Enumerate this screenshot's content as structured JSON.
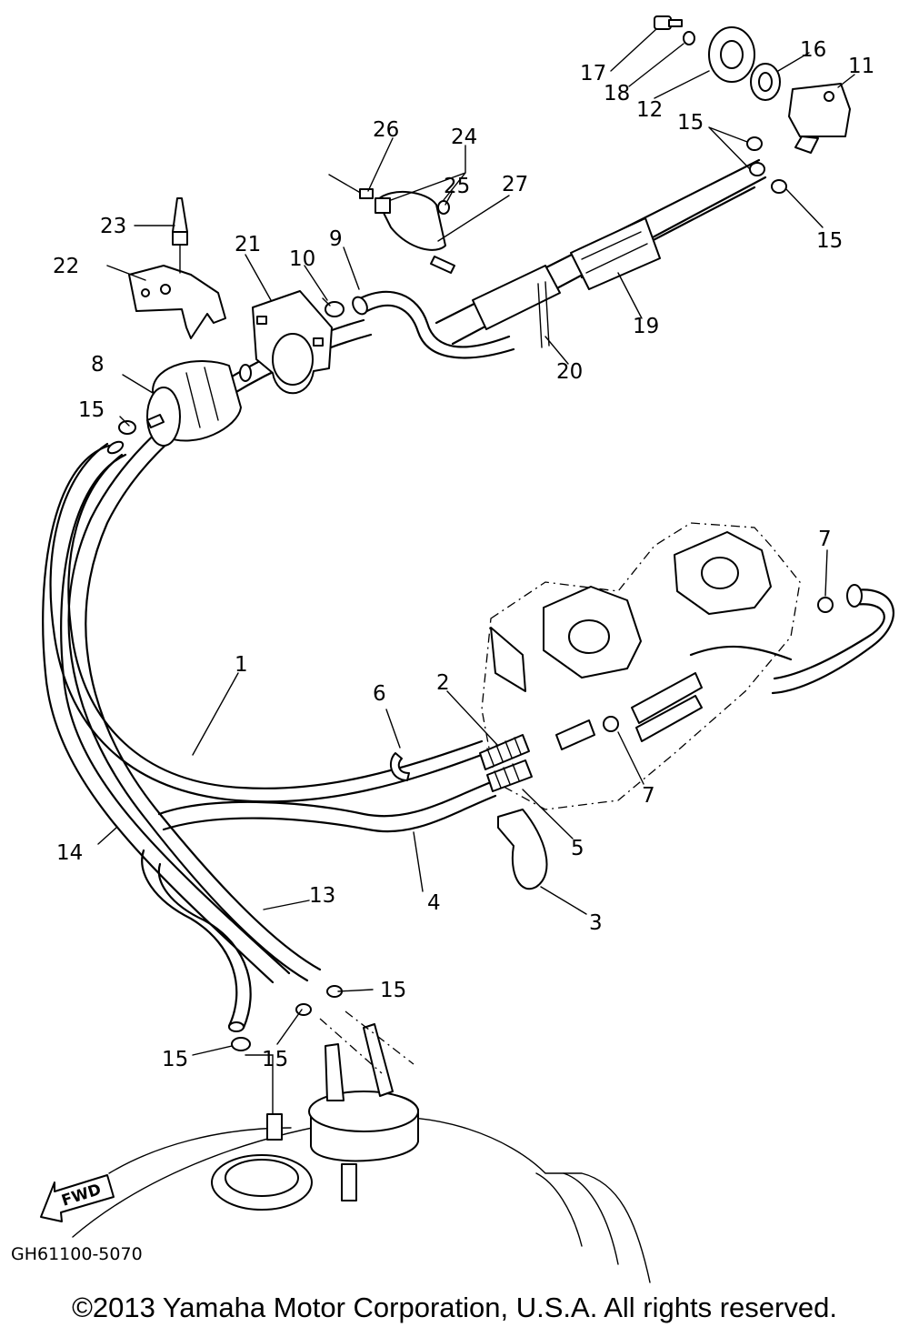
{
  "diagram": {
    "code": "GH61100-5070",
    "direction_arrow_label": "FWD",
    "copyright": "©2013 Yamaha Motor Corporation, U.S.A. All rights reserved.",
    "callouts": [
      "1",
      "2",
      "3",
      "4",
      "5",
      "6",
      "7",
      "7",
      "8",
      "9",
      "10",
      "11",
      "12",
      "13",
      "14",
      "15",
      "15",
      "15",
      "15",
      "15",
      "15",
      "16",
      "17",
      "18",
      "19",
      "20",
      "21",
      "22",
      "23",
      "24",
      "25",
      "26",
      "27"
    ]
  }
}
